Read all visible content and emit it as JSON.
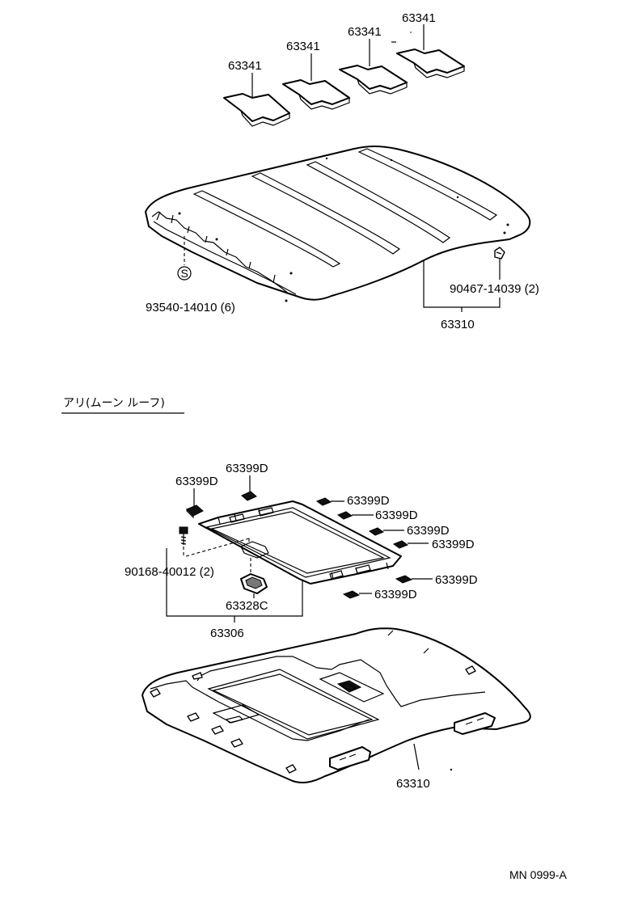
{
  "top_assembly": {
    "pad_label_1": "63341",
    "pad_label_2": "63341",
    "pad_label_3": "63341",
    "pad_label_4": "63341",
    "screw_label": "93540-14010 (6)",
    "clip_label": "90467-14039 (2)",
    "headlining_label": "63310"
  },
  "section_title": "アリ(ムーン ルーフ)",
  "moonroof_assembly": {
    "retainer_labels": [
      "63399D",
      "63399D",
      "63399D",
      "63399D",
      "63399D",
      "63399D",
      "63399D",
      "63399D"
    ],
    "bolt_label": "90168-40012 (2)",
    "lamp_label": "63328C",
    "garnish_label": "63306",
    "headlining_label": "63310"
  },
  "figure_code": "MN 0999-A"
}
